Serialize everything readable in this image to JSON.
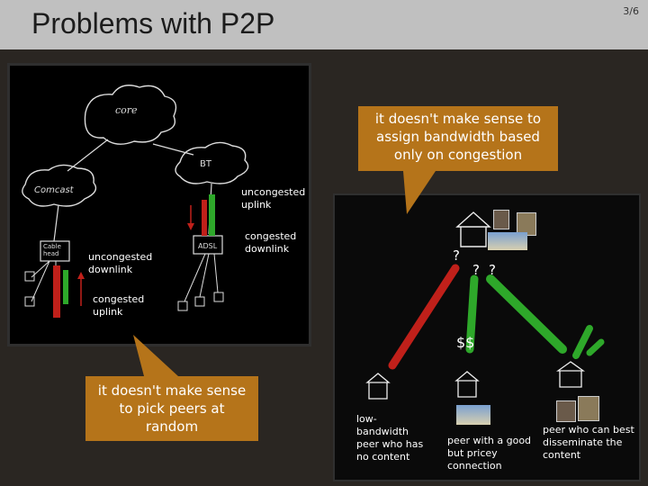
{
  "slide": {
    "title": "Problems with P2P",
    "page_number": "3/6"
  },
  "sketch": {
    "core_label": "core",
    "bt_label": "BT",
    "comcast_label": "Comcast",
    "cable_label": "Cable head",
    "adsl_label": "ADSL"
  },
  "annotations": {
    "uncongested_uplink": [
      "uncongested",
      "uplink"
    ],
    "congested_downlink": [
      "congested",
      "downlink"
    ],
    "uncongested_downlink": [
      "uncongested",
      "downlink"
    ],
    "congested_uplink": [
      "congested",
      "uplink"
    ]
  },
  "callouts": {
    "top": [
      "it doesn't make sense to",
      "assign bandwidth based",
      "only on congestion"
    ],
    "left": [
      "it doesn't make sense",
      "to pick peers at",
      "random"
    ]
  },
  "diagram": {
    "question_marks": [
      "?",
      "?",
      "?"
    ],
    "money_label": "$$",
    "peers": [
      [
        "low-",
        "bandwidth",
        "peer who has",
        "no content"
      ],
      [
        "peer with a good",
        "but pricey",
        "connection"
      ],
      [
        "peer who can best",
        "disseminate the",
        "content"
      ]
    ]
  },
  "colors": {
    "callout": "#b5741a",
    "title_band": "#c0c0c0",
    "background": "#2a2622",
    "red_link": "#c0201a",
    "green_link": "#2ea82a"
  }
}
